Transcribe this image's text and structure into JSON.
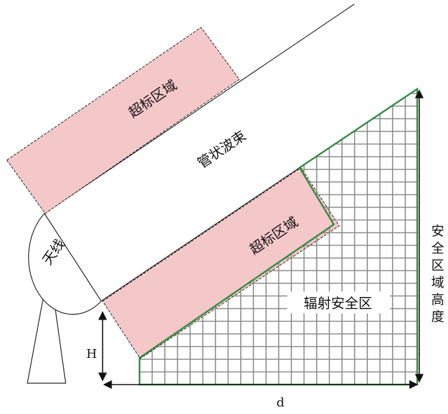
{
  "labels": {
    "exceed_zone_upper": "超标区域",
    "exceed_zone_lower": "超标区域",
    "beam": "管状波束",
    "antenna": "天线",
    "safe_zone": "辐射安全区",
    "safe_height": "安全区域高度",
    "height": "H",
    "distance": "d"
  },
  "colors": {
    "exceed_zone_fill": "#f4c7c9",
    "safe_zone_border": "#2e8b3d",
    "grid": "#8a8a8a",
    "line": "#111111"
  },
  "icons": {
    "tower": "antenna-tower-icon"
  }
}
